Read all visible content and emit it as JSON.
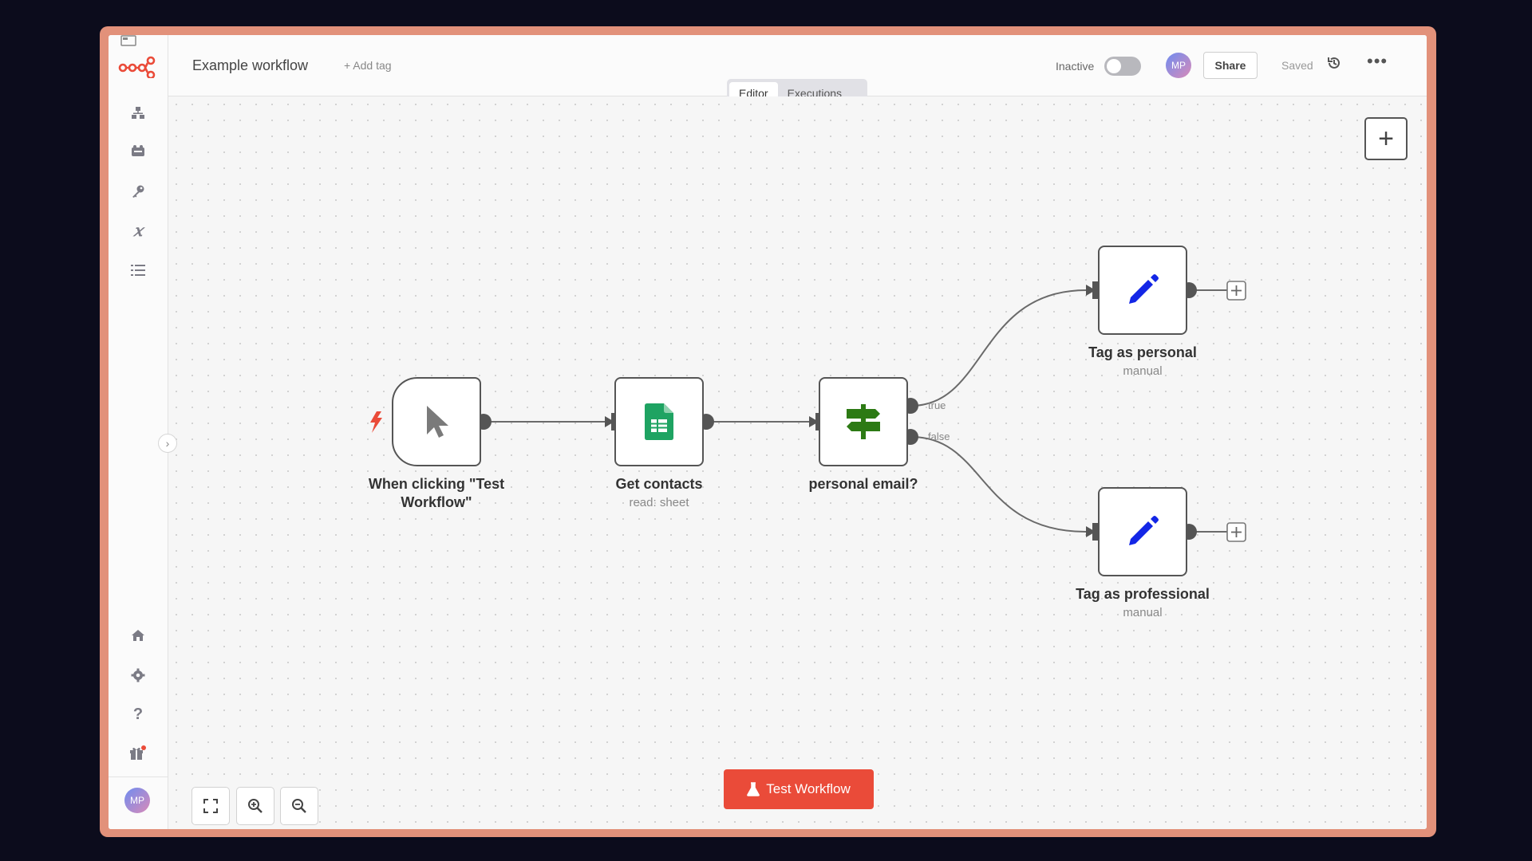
{
  "header": {
    "workflow_title": "Example workflow",
    "add_tag": "+ Add tag",
    "status_label": "Inactive",
    "avatar_initials": "MP",
    "share": "Share",
    "saved": "Saved"
  },
  "tabs": [
    {
      "label": "Editor",
      "active": true
    },
    {
      "label": "Executions",
      "active": false
    }
  ],
  "sidebar": {
    "items": [
      "workflows-icon",
      "templates-icon",
      "credentials-icon",
      "variables-icon",
      "executions-icon"
    ],
    "bottom": [
      "home-icon",
      "settings-icon",
      "help-icon",
      "whats-new-icon"
    ],
    "avatar_initials": "MP"
  },
  "nodes": [
    {
      "name": "When clicking \"Test Workflow\"",
      "sub": ""
    },
    {
      "name": "Get contacts",
      "sub": "read: sheet"
    },
    {
      "name": "personal email?",
      "sub": ""
    },
    {
      "name": "Tag as personal",
      "sub": "manual"
    },
    {
      "name": "Tag as professional",
      "sub": "manual"
    }
  ],
  "branches": {
    "true": "true",
    "false": "false"
  },
  "test_button": "Test Workflow",
  "colors": {
    "accent": "#ea4b39",
    "sheets_green": "#1ea362",
    "pencil_blue": "#1326e6",
    "filter_green": "#2c7a14"
  }
}
